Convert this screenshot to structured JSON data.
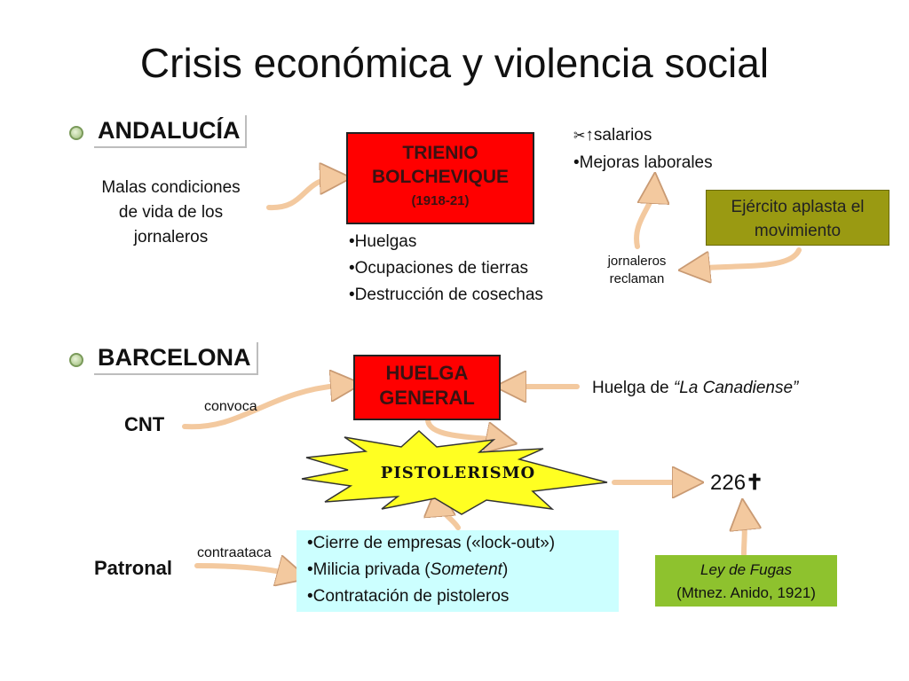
{
  "title": "Crisis económica y violencia social",
  "andalucia": {
    "label": "ANDALUCÍA",
    "cause": [
      "Malas condiciones",
      "de vida de los",
      "jornaleros"
    ],
    "box_title_1": "TRIENIO",
    "box_title_2": "BOLCHEVIQUE",
    "box_years": "(1918-21)",
    "actions": [
      "•Huelgas",
      "•Ocupaciones de tierras",
      "•Destrucción de cosechas"
    ],
    "gains": [
      "salarios",
      "•Mejoras laborales"
    ],
    "reclaim": [
      "jornaleros",
      "reclaman"
    ],
    "army": [
      "Ejército aplasta el",
      "movimiento"
    ]
  },
  "barcelona": {
    "label": "BARCELONA",
    "cnt": "CNT",
    "convoca": "convoca",
    "strike_1": "HUELGA",
    "strike_2": "GENERAL",
    "canadiense_prefix": "Huelga de ",
    "canadiense_name": "“La Canadiense”",
    "pistolerismo": "PISTOLERISMO",
    "deaths": "226",
    "patronal": "Patronal",
    "contraataca": "contraataca",
    "measures": {
      "item1": "•Cierre de empresas («lock-out»)",
      "item2_prefix": "•Milicia privada (",
      "item2_italic": "Sometent",
      "item2_suffix": ")",
      "item3": "•Contratación de pistoleros"
    },
    "ley_title": "Ley de Fugas",
    "ley_detail": "(Mtnez. Anido, 1921)"
  },
  "colors": {
    "red_box": "#ff0000",
    "olive_box": "#9a9a12",
    "cyan_box": "#ccffff",
    "green_box": "#8ec22e",
    "star": "#ffff22",
    "arrow": "#f3c99f"
  },
  "icons": [
    "cross-icon",
    "up-arrow-icon",
    "scissors-icon"
  ]
}
